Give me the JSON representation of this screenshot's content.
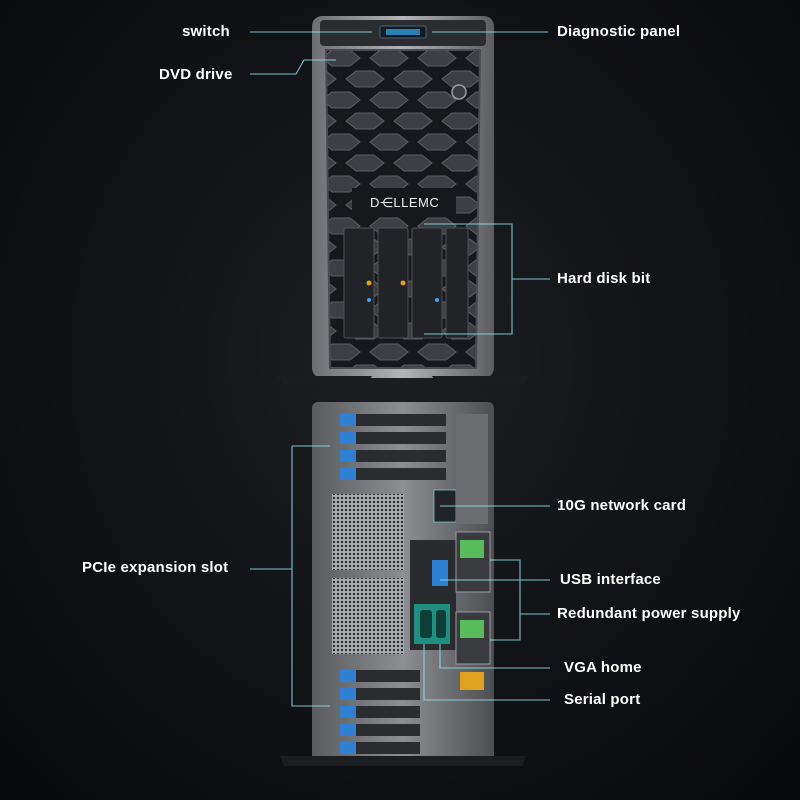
{
  "labels": {
    "switch": "switch",
    "diagnostic_panel": "Diagnostic panel",
    "dvd_drive": "DVD drive",
    "hard_disk_bit": "Hard disk bit",
    "network_card": "10G network card",
    "pcie_slot": "PCIe expansion slot",
    "usb_interface": "USB interface",
    "redundant_power": "Redundant power supply",
    "vga_home": "VGA home",
    "serial_port": "Serial port"
  },
  "brand": "D⋲LLEMC",
  "colors": {
    "background": "#0d0d0f",
    "callout_line": "#8fe3ea",
    "chassis": "#7b7b7f",
    "bezel": "#1e1f22",
    "blue_latch": "#2f7fd3",
    "green_port": "#1f8f82",
    "psu_green": "#5fd35f",
    "amber": "#e0a020"
  },
  "icons": {
    "bezel": "hexagon-grille-icon",
    "power": "power-button-icon"
  }
}
